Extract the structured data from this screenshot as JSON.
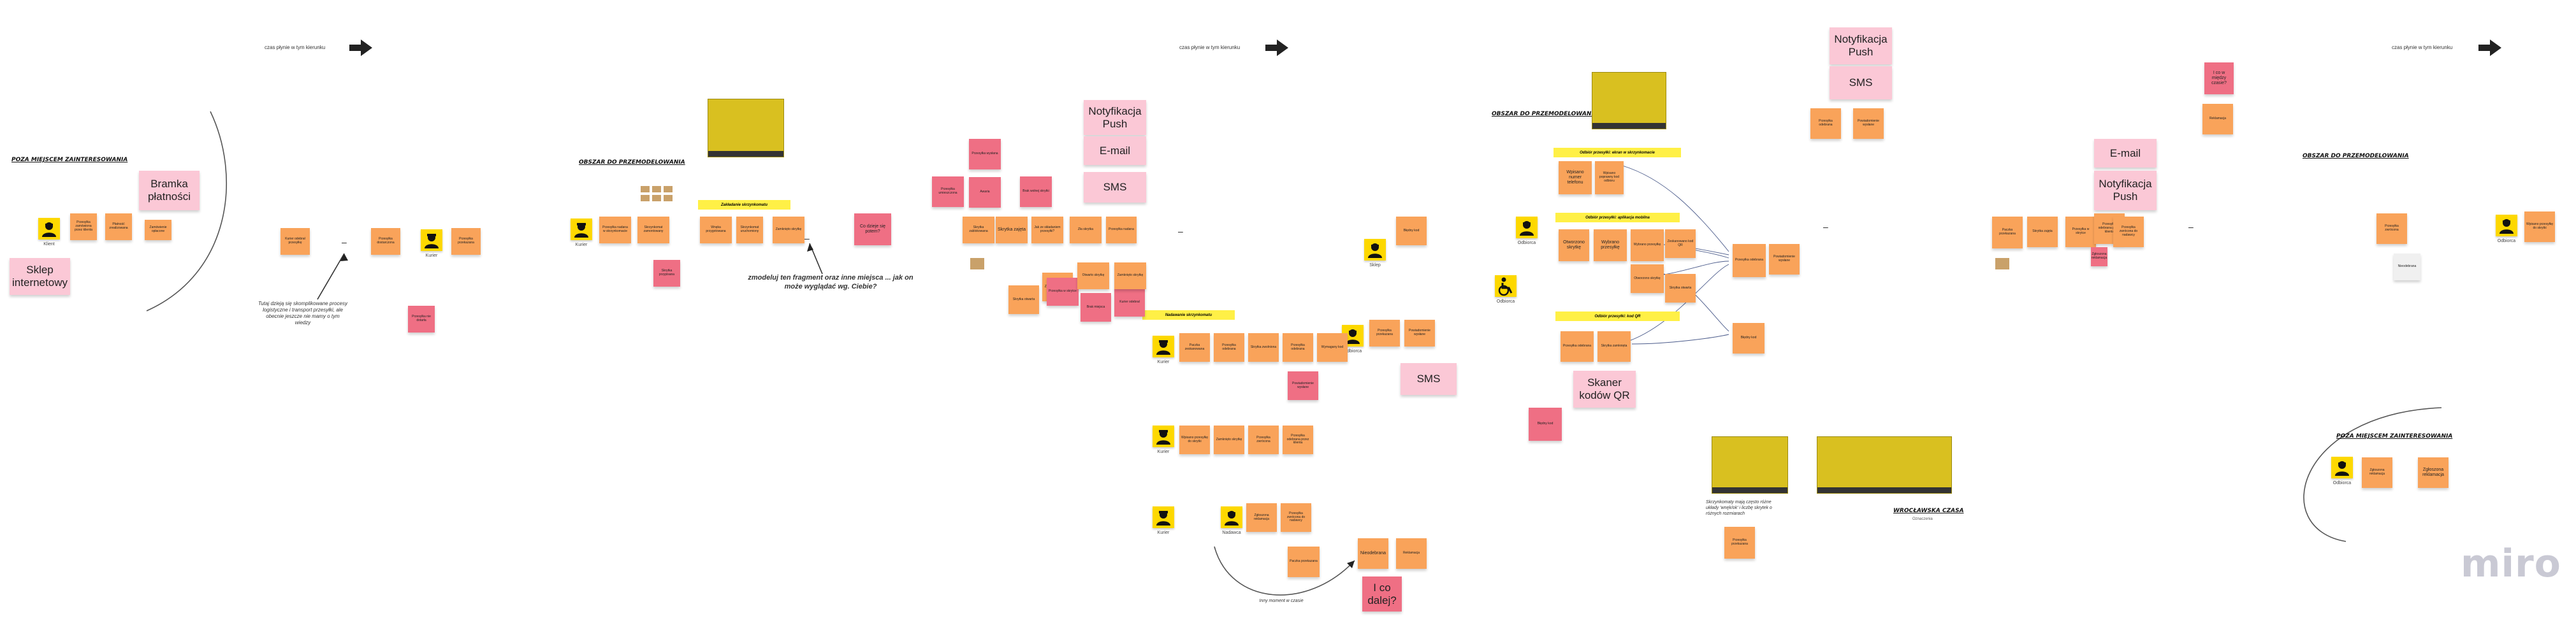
{
  "time_label": "czas płynie w tym kierunku",
  "titles": {
    "t1": "POZA MIEJSCEM ZAINTERESOWANIA",
    "t2": "OBSZAR DO PRZEMODELOWANIA",
    "t3": "OBSZAR DO PRZEMODELOWANIA",
    "t4": "OBSZAR DO PRZEMODELOWANIA",
    "t5": "POZA MIEJSCEM ZAINTERESOWANIA",
    "t6": "WROCŁAWSKA CZASA"
  },
  "labels": {
    "zakladanie": "Zakładanie skrzynkomatu",
    "nadawanie": "Nadawanie skrzynkomatu",
    "odbior1": "Odbiór przesyłki: ekran w skrzynkomacie",
    "odbior2": "Odbiór przesyłki: aplikacja mobilna",
    "odbior3": "Odbiór przesyłki: kod QR"
  },
  "big_notes": {
    "bramka": "Bramka płatności",
    "sklep": "Sklep internetowy",
    "notyf1": "Notyfikacja Push",
    "email1": "E-mail",
    "sms1": "SMS",
    "sms2": "SMS",
    "notyf2": "Notyfikacja Push",
    "sms3": "SMS",
    "email2": "E-mail",
    "notyf3": "Notyfikacja Push",
    "skaner": "Skaner kodów QR",
    "icodalej": "I co dalej?",
    "codzieje": "Co dzieje się potem?",
    "icojest": "I co w między czasie?"
  },
  "annotations": {
    "kwestia": "Tutaj dzieją się skomplikowane procesy logistyczne i transport przesyłki, ale obecnie jeszcze nie mamy o tym wiedzy",
    "zmodeluj": "zmodeluj ten fragment oraz inne miejsca ... jak on może wyglądać wg. Ciebie?",
    "skrzynki": "Skrzynkomaty mają często różne układy 'wnęk/ok' i liczbę skrytek o różnych rozmiarach",
    "inny": "Inny moment w czasie",
    "sample": "Oznaczenia"
  },
  "roles": {
    "klient": "Klient",
    "kurier": "Kurier",
    "odbiorca": "Odbiorca",
    "nadawca": "Nadawca",
    "sklep": "Sklep"
  },
  "stickies": {
    "a1": "Przesyłka zamówiona przez klienta",
    "a2": "Płatność zrealizowana",
    "a3": "Zamówienie opłacone",
    "b1": "Kurier odebrał przesyłkę",
    "b2": "Przesyłka dostarczona",
    "b3": "Przesyłka przekazana",
    "b4": "Przesyłka nie dotarła",
    "c1": "Przesyłka nadana w skrzynkomacie",
    "c2": "Skrzynkomat zamontowany",
    "c3": "Skrytka przypisana",
    "c4": "Wnęka przygotowana",
    "d1": "Skrzynkomat uruchomiony",
    "d2": "Zamknięto skrytkę",
    "d3": "Przesyłka umieszczona",
    "d4": "Przesyłka wysłana",
    "d5": "Awaria",
    "d6": "Brak wolnej skrytki",
    "d7": "Skrytka zablokowana",
    "d8": "Skrytka zajęta",
    "d9": "Jak ze składaniem przesyłki?",
    "d10": "Zła skrytka",
    "e1": "Przesyłka nadana",
    "e2": "Skrytka otwarta",
    "e3": "Zamknięto skrytkę",
    "e4": "Przesyłka w skrytce",
    "e5": "Brak miejsca",
    "f1": "Kurier odebrał",
    "f2": "Otwarto skrytkę",
    "f3": "Zamknięto skrytkę",
    "g1": "Paczka zeskanowana",
    "g2": "Przesyłka odebrana",
    "g3": "Skrytka zwolniona",
    "g4": "Przesyłka odebrana",
    "g5": "Wymagany kod",
    "g6": "Powiadomienie wysłane",
    "h1": "Wpisano numer telefonu",
    "h2": "Wpisano poprawny kod odbioru",
    "h3": "Otworzono skrytkę",
    "h4": "Wybrano przesyłkę",
    "h5": "Wybrano przesyłkę",
    "h6": "Otworzono skrytkę",
    "h7": "Zeskanowano kod QR",
    "h8": "Skrytka otwarta",
    "h9": "Przesyłka odebrana",
    "h10": "Skrytka zamknięta",
    "h11": "Przesyłka odebrana",
    "h12": "Powiadomienie wysłane",
    "h13": "Błędny kod",
    "h14": "Przesyłka przekazana",
    "i1": "Wpisano przesyłkę do skrytki",
    "i2": "Zamknięto skrytkę",
    "i3": "Przesyłka zwrócona",
    "i4": "Przesyłka odebrana przez klienta",
    "i5": "Zgłoszona reklamacja",
    "i6": "Przesyłka zwrócona do nadawcy",
    "i7": "Paczka przekazana",
    "i8": "Nieodebrana",
    "i9": "Reklamacja"
  }
}
